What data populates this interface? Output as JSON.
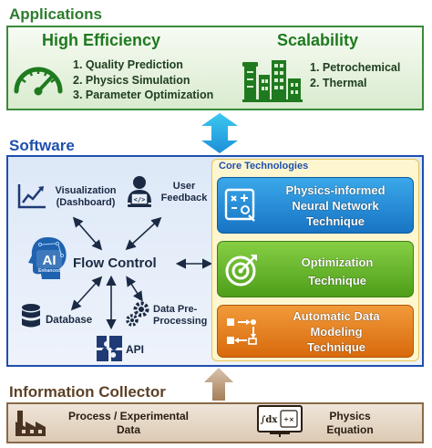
{
  "applications": {
    "title": "Applications",
    "high_efficiency": {
      "heading": "High Efficiency",
      "items": [
        "1. Quality Prediction",
        "2. Physics Simulation",
        "3. Parameter Optimization"
      ]
    },
    "scalability": {
      "heading": "Scalability",
      "items": [
        "1. Petrochemical",
        "2. Thermal"
      ]
    }
  },
  "software": {
    "title": "Software",
    "nodes": {
      "visualization": "Visualization\n(Dashboard)",
      "user_feedback": "User\nFeedback",
      "flow_control": "Flow Control",
      "ai_badge": "AI",
      "ai_sub": "Enhanced",
      "database": "Database",
      "data_preprocessing": "Data Pre-\nProcessing",
      "api": "API"
    },
    "core": {
      "title": "Core Technologies",
      "techniques": [
        {
          "label": "Physics-informed\nNeural Network\nTechnique",
          "color": "#1f8fd6"
        },
        {
          "label": "Optimization\nTechnique",
          "color": "#6bbd2a"
        },
        {
          "label": "Automatic Data\nModeling\nTechnique",
          "color": "#e27a14"
        }
      ]
    }
  },
  "information_collector": {
    "title": "Information Collector",
    "items": [
      "Process / Experimental\nData",
      "Physics\nEquation"
    ]
  },
  "colors": {
    "green": "#3a8a3a",
    "blue": "#1f4fae",
    "brown": "#8a6a48",
    "cyan_arrow": "#1db4e8"
  }
}
